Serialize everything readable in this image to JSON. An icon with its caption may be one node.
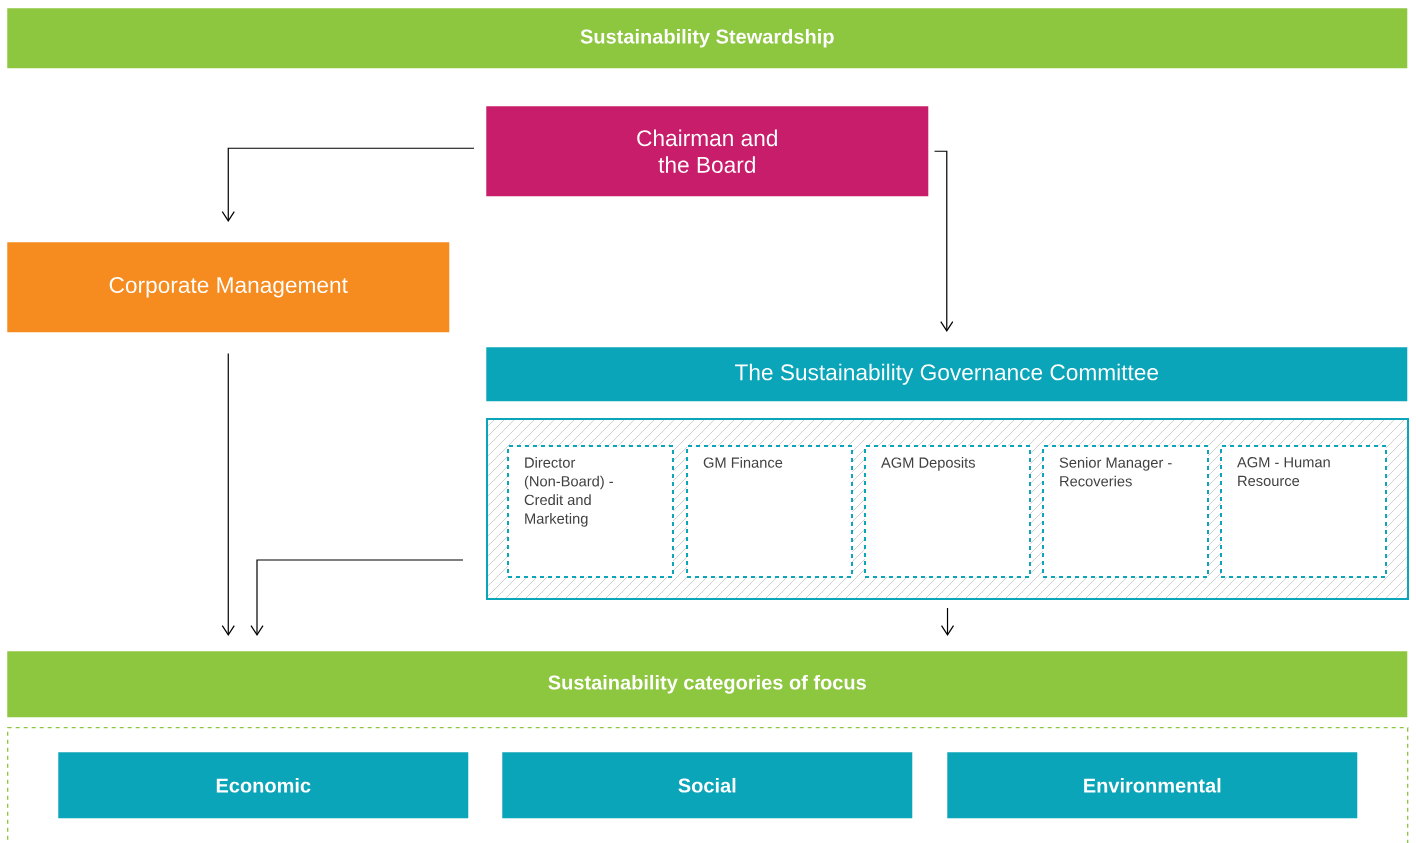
{
  "diagram": {
    "nodes": [
      {
        "text": [
          "Sustainability Stewardship"
        ]
      },
      {
        "text": [
          "Chairman and the Board"
        ]
      },
      {
        "text": [
          "Corporate Management"
        ]
      },
      {
        "text": [
          "The Sustainability Governance Committee"
        ]
      },
      {
        "text": [],
        "shape": "box"
      },
      {
        "text": [
          "Director (Non-Board) - Credit and Marketing"
        ],
        "in": 4
      },
      {
        "text": [
          "GM Finance"
        ],
        "in": 4
      },
      {
        "text": [
          "AGM Deposits"
        ],
        "in": 4
      },
      {
        "text": [
          "Senior Manager - Recoveries"
        ],
        "in": 4
      },
      {
        "text": [
          "AGM - Human Resource"
        ],
        "in": 4
      },
      {
        "text": [
          "Sustainability categories of focus"
        ]
      },
      {
        "text": [],
        "shape": "box"
      },
      {
        "text": [
          "Economic"
        ],
        "in": 11
      },
      {
        "text": [
          "Social"
        ],
        "in": 11
      },
      {
        "text": [
          "Environmental"
        ],
        "in": 11
      }
    ],
    "edges": [
      {
        "from": 1,
        "to": 2,
        "arrow": "to"
      },
      {
        "from": 1,
        "to": 3,
        "arrow": "to"
      },
      {
        "from": 2,
        "to": 10,
        "arrow": "to"
      },
      {
        "from": 4,
        "to": 10,
        "arrow": "to"
      },
      {
        "from": 4,
        "to": 10,
        "arrow": "to"
      }
    ]
  }
}
